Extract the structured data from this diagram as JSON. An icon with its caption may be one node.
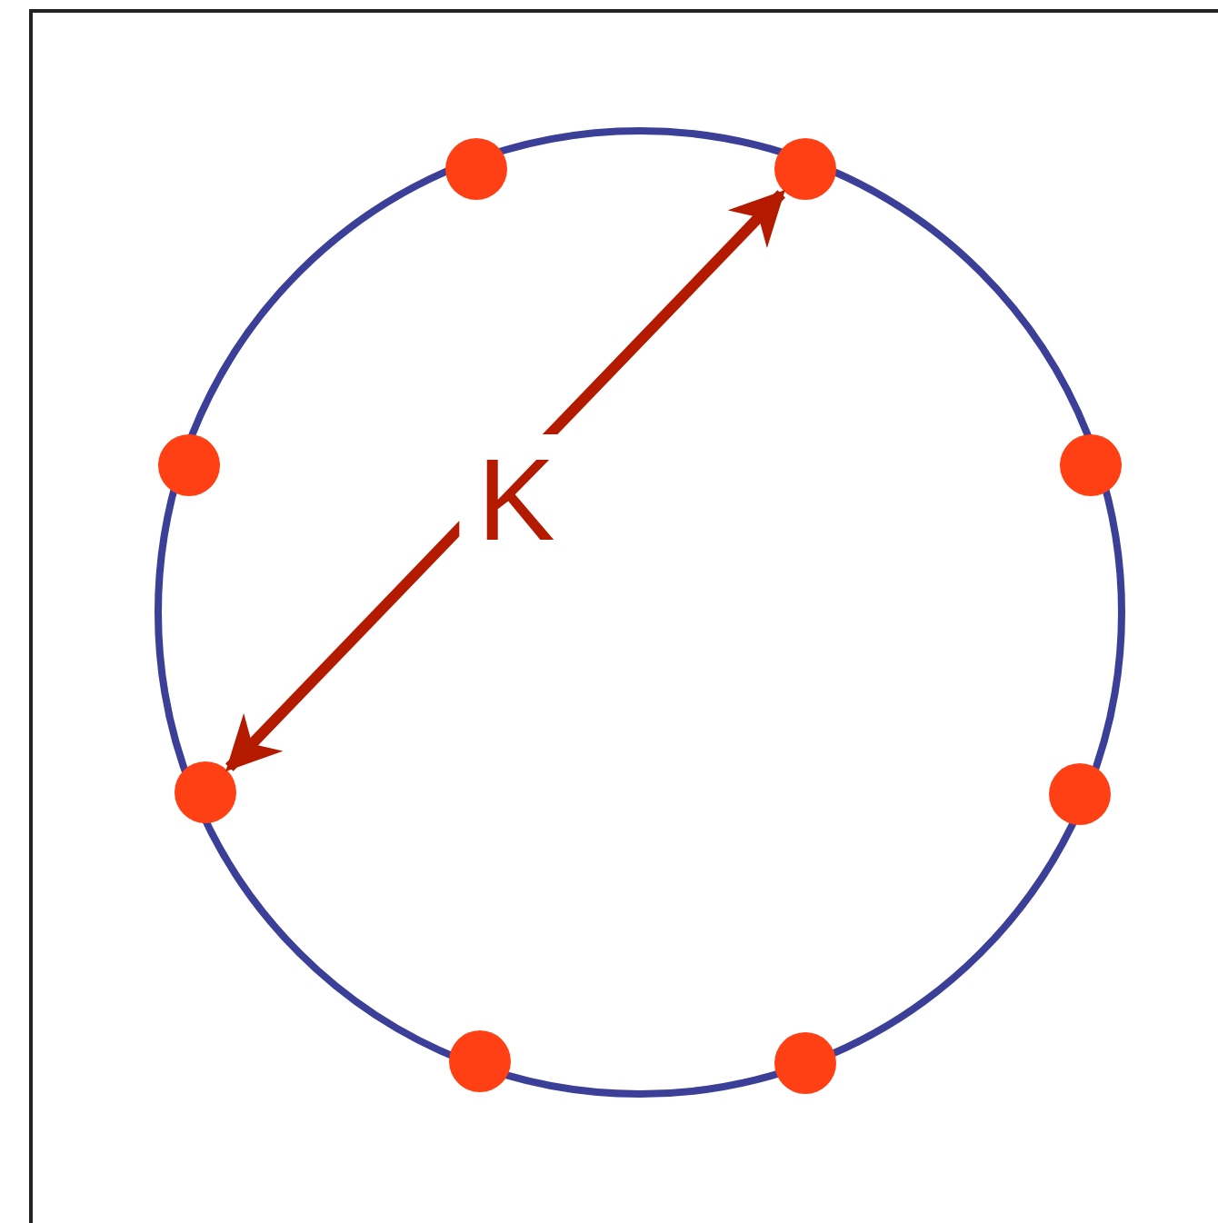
{
  "diagram": {
    "nodes": [
      {
        "text": [],
        "shape": "circle"
      },
      {
        "text": [],
        "shape": "circle"
      },
      {
        "text": [],
        "shape": "circle"
      },
      {
        "text": [],
        "shape": "circle"
      },
      {
        "text": [],
        "shape": "circle"
      },
      {
        "text": [],
        "shape": "circle"
      },
      {
        "text": [],
        "shape": "circle"
      },
      {
        "text": [],
        "shape": "circle"
      }
    ],
    "edges": [
      {
        "from": 4,
        "to": 1,
        "arrow": "both",
        "label": "K",
        "color": "#b31a00"
      }
    ]
  }
}
